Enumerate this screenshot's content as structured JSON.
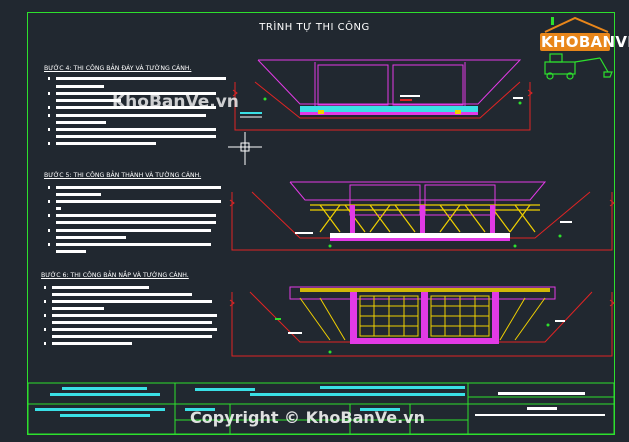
{
  "title": "TRÌNH TỰ THI CÔNG",
  "steps": [
    {
      "label": "BƯỚC 4: THI CÔNG BẢN ĐÁY VÀ TƯỜNG CÁNH."
    },
    {
      "label": "BƯỚC 5: THI CÔNG BẢN THÀNH VÀ TƯỜNG CÁNH."
    },
    {
      "label": "BƯỚC 6: THI CÔNG BẢN NẮP VÀ TƯỜNG CÁNH."
    }
  ],
  "watermark": "KhoBanVe.vn",
  "copyright": "Copyright © KhoBanVe.vn",
  "logo": {
    "text": "KHOBANVE"
  },
  "colors": {
    "background": "#212830",
    "frame": "#2de02d",
    "magenta": "#e23ae6",
    "red": "#e02424",
    "yellow": "#f0d000",
    "cyan": "#3ae0e6",
    "white": "#ffffff",
    "logo_orange": "#e8861a"
  }
}
